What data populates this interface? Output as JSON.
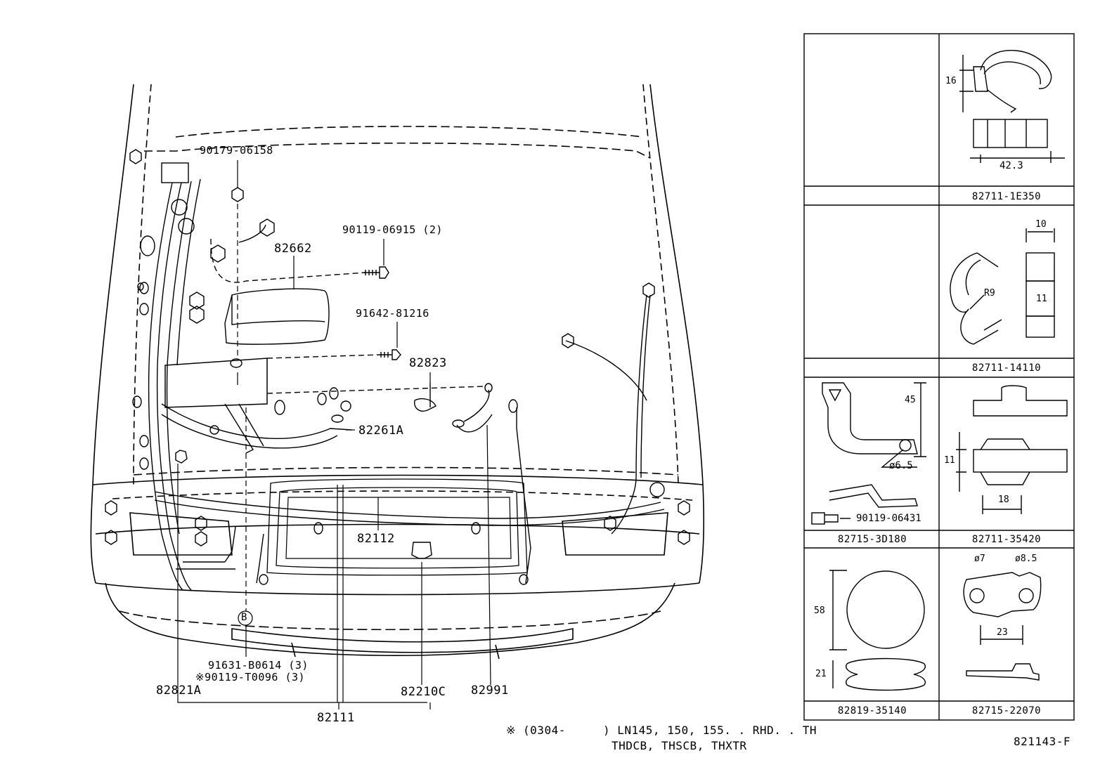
{
  "callouts": {
    "nut_top": "90179-06158",
    "bolt_2": "90119-06915 (2)",
    "relay_box": "82662",
    "screw": "91642-81216",
    "grommet": "82823",
    "wire_261a": "82261A",
    "harness_112": "82112",
    "ref_b": "B",
    "clip_831": "91631-B0614 (3)",
    "clip_t0096": "※90119-T0096 (3)",
    "wire_821a": "82821A",
    "plug_210c": "82210C",
    "wire_991": "82991",
    "harness_111": "82111"
  },
  "table": {
    "rows": [
      {
        "left_caption": "",
        "right_caption": "82711-1E350",
        "right_dims": [
          "16",
          "42.3"
        ]
      },
      {
        "left_caption": "",
        "right_caption": "82711-14110",
        "right_dims": [
          "10",
          "R9",
          "11"
        ]
      },
      {
        "left_caption": "82715-3D180",
        "left_dims": [
          "45",
          "ø6.5"
        ],
        "left_part": "90119-06431",
        "right_caption": "82711-35420",
        "right_dims": [
          "11",
          "18"
        ]
      },
      {
        "left_caption": "82819-35140",
        "left_dims": [
          "58",
          "21"
        ],
        "right_caption": "82715-22070",
        "right_dims": [
          "ø7",
          "ø8.5",
          "23"
        ]
      }
    ]
  },
  "footnote": {
    "line1_prefix": "※ (0304-",
    "line1_suffix": ") LN145, 150, 155. . RHD. . TH",
    "line2": "THDCB, THSCB, THXTR"
  },
  "figure_id": "821143-F"
}
